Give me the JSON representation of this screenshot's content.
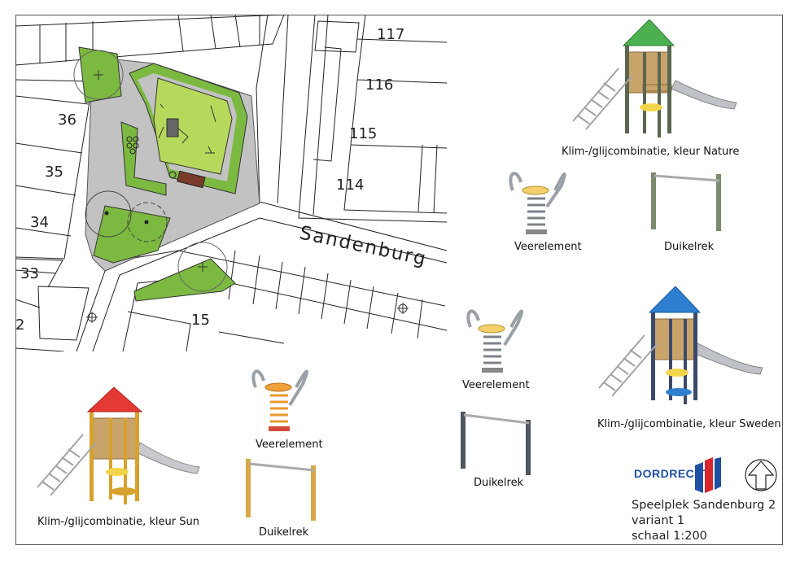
{
  "map": {
    "street_name": "Sandenburg",
    "house_numbers": [
      "117",
      "116",
      "115",
      "114",
      "36",
      "35",
      "34",
      "33",
      "2",
      "15"
    ]
  },
  "items": [
    {
      "key": "climb_nature",
      "caption": "Klim-/glijcombinatie, kleur Nature"
    },
    {
      "key": "spring_top",
      "caption": "Veerelement"
    },
    {
      "key": "bar_top",
      "caption": "Duikelrek"
    },
    {
      "key": "spring_mid",
      "caption": "Veerelement"
    },
    {
      "key": "climb_sweden",
      "caption": "Klim-/glijcombinatie, kleur Sweden"
    },
    {
      "key": "bar_mid",
      "caption": "Duikelrek"
    },
    {
      "key": "climb_sun",
      "caption": "Klim-/glijcombinatie, kleur Sun"
    },
    {
      "key": "spring_sun",
      "caption": "Veerelement"
    },
    {
      "key": "bar_sun",
      "caption": "Duikelrek"
    }
  ],
  "logo": {
    "text": "DORDRECHT"
  },
  "title_block": {
    "line1": "Speelplek Sandenburg 2",
    "line2": "variant 1",
    "line3": "schaal 1:200"
  },
  "colors": {
    "grass": "#7cb940",
    "grass_light": "#b6d95b",
    "paving": "#c2c2c2",
    "nature_roof": "#4caf50",
    "sweden_roof": "#2f7fd0",
    "sun_roof": "#e53935",
    "logo_blue": "#1d4fa3",
    "logo_red": "#d9262c"
  }
}
